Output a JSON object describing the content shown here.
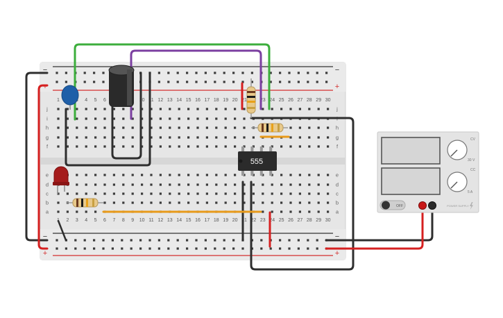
{
  "breadboard": {
    "columns": [
      "1",
      "2",
      "3",
      "4",
      "5",
      "6",
      "7",
      "8",
      "9",
      "10",
      "11",
      "12",
      "13",
      "14",
      "15",
      "16",
      "17",
      "18",
      "19",
      "20",
      "21",
      "22",
      "23",
      "24",
      "25",
      "26",
      "27",
      "28",
      "29",
      "30"
    ],
    "rows_top": [
      "j",
      "i",
      "h",
      "g",
      "f"
    ],
    "rows_bottom": [
      "e",
      "d",
      "c",
      "b",
      "a"
    ],
    "rail_minus": "−",
    "rail_plus": "+"
  },
  "chip": {
    "label": "555"
  },
  "power_supply": {
    "switch_label": "OFF",
    "knob1_label": "CV",
    "knob1_value": "30 V",
    "knob2_label": "CC",
    "knob2_value": "5 A",
    "brand_label": "POWER SUPPLY"
  },
  "colors": {
    "board": "#e6e6e6",
    "rail_red": "#d32f2f",
    "rail_dark": "#333333",
    "wire_green": "#3cae3c",
    "wire_purple": "#7b3fa0",
    "wire_orange": "#e89a1a",
    "wire_black": "#2e2e2e",
    "wire_red": "#d62020"
  }
}
